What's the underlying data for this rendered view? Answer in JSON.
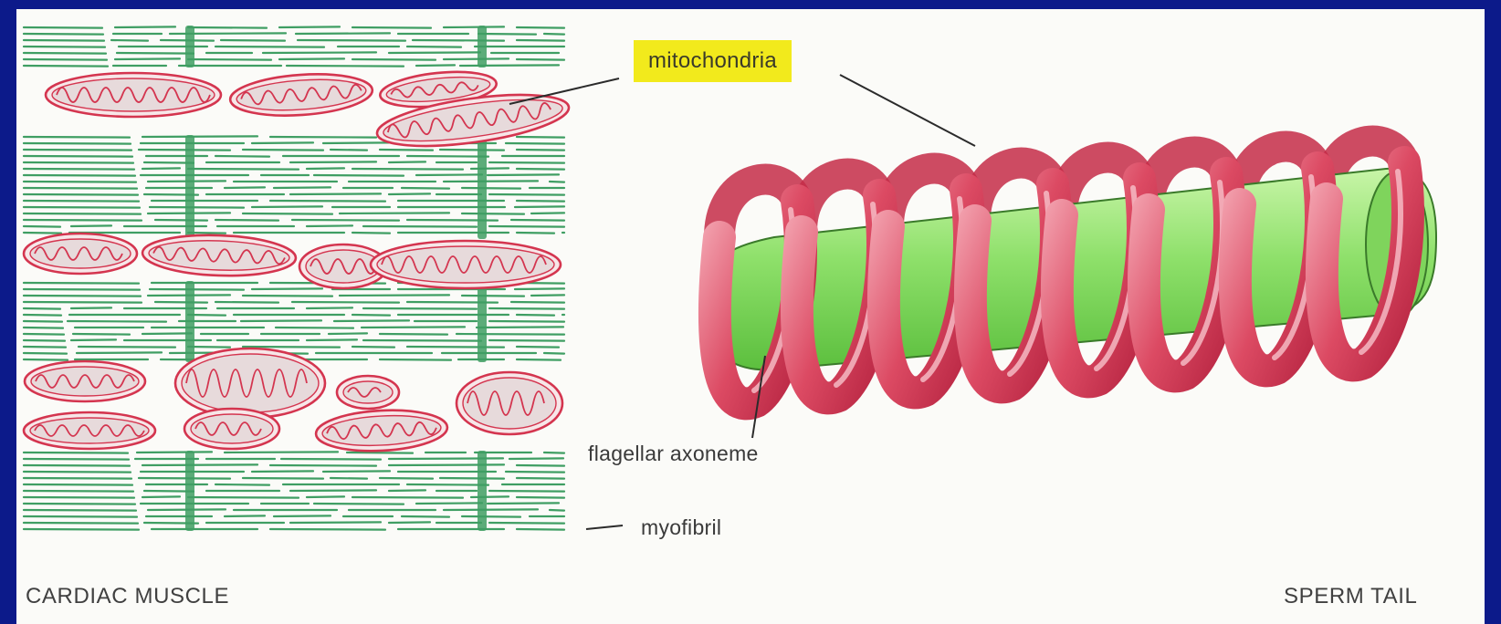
{
  "colors": {
    "frame": "#0c1a8a",
    "background": "#fbfbf8",
    "myofibril_green": "#3f9e63",
    "mitochondria_red": "#d4354f",
    "axoneme_green": "#8ee06a",
    "label_highlight": "#f2ea1c"
  },
  "labels": {
    "mitochondria": "mitochondria",
    "flagellar_axoneme": "flagellar axoneme",
    "myofibril": "myofibril"
  },
  "captions": {
    "left": "CARDIAC MUSCLE",
    "right": "SPERM TAIL"
  }
}
